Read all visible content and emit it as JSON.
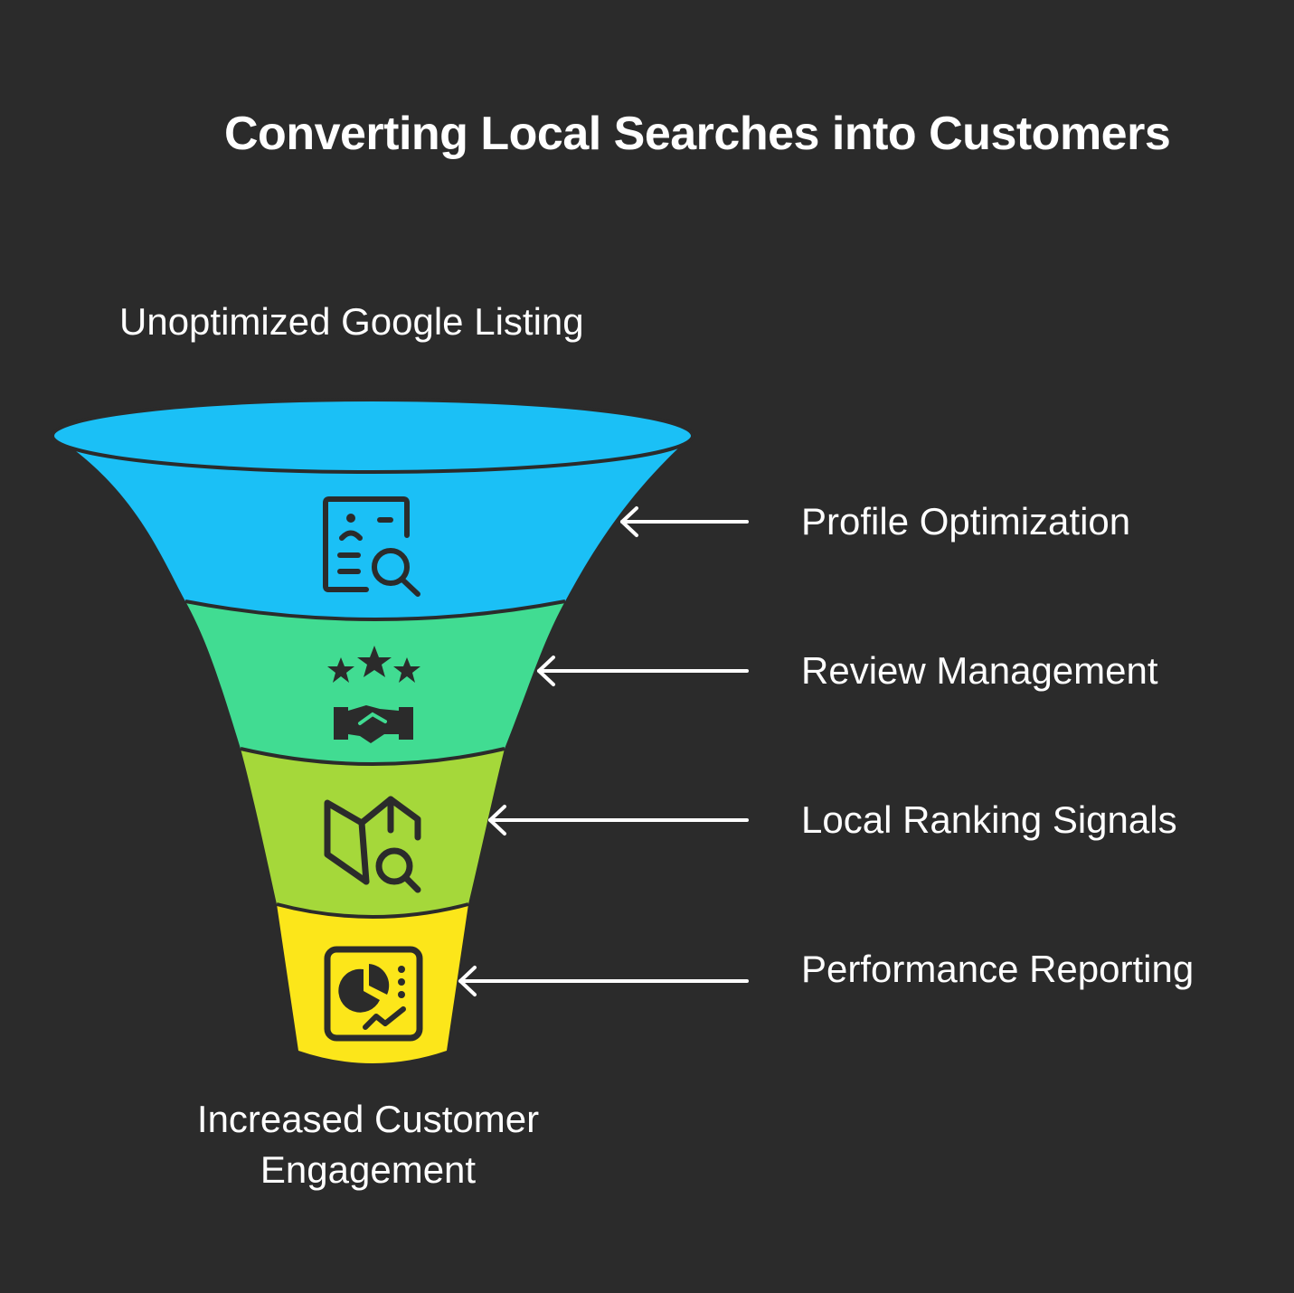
{
  "title": "Converting Local Searches into Customers",
  "top_label": "Unoptimized Google Listing",
  "bottom_label": "Increased Customer Engagement",
  "stages": [
    {
      "label": "Profile Optimization",
      "color": "#1bc0f6",
      "icon": "profile-search-icon"
    },
    {
      "label": "Review Management",
      "color": "#41dc92",
      "icon": "stars-handshake-icon"
    },
    {
      "label": "Local Ranking Signals",
      "color": "#a5d83a",
      "icon": "map-search-icon"
    },
    {
      "label": "Performance Reporting",
      "color": "#fce61a",
      "icon": "dashboard-report-icon"
    }
  ],
  "colors": {
    "background": "#2b2b2b",
    "text": "#ffffff",
    "outline": "#2b2b2b"
  }
}
